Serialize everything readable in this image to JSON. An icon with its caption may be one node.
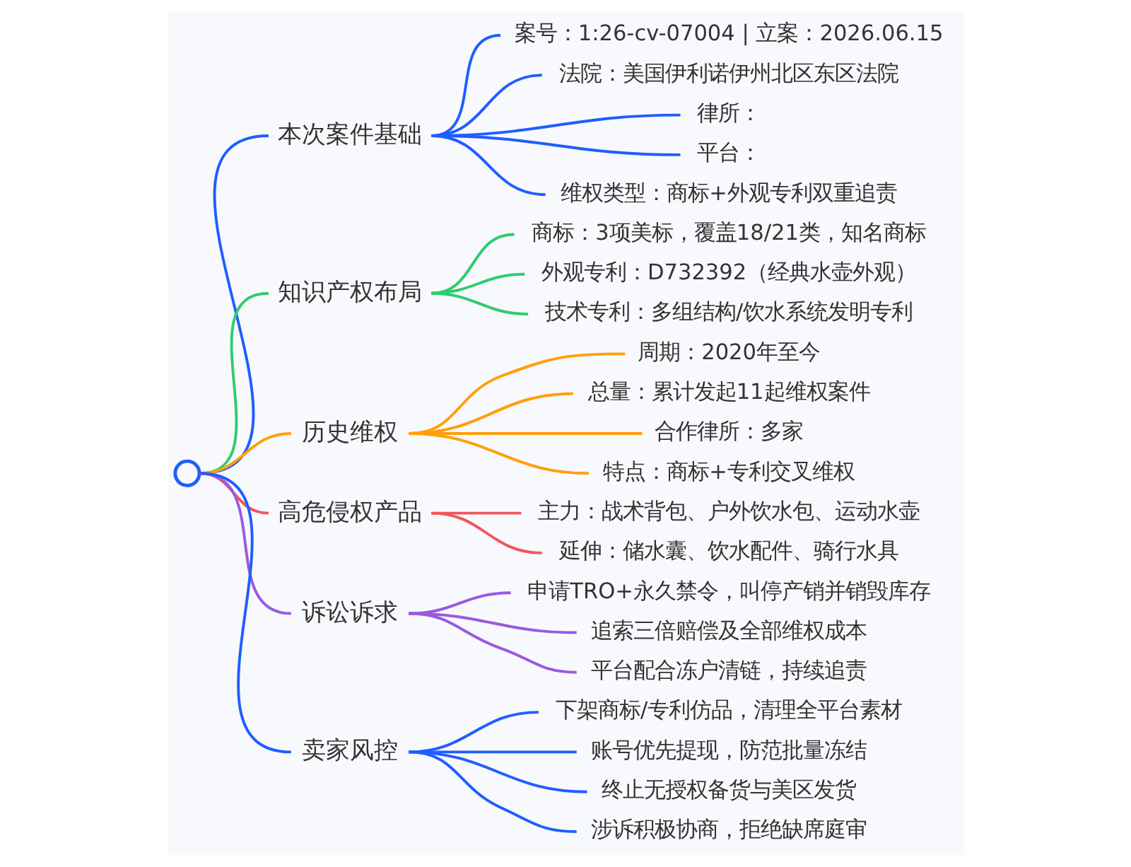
{
  "diagram": {
    "nodes": [
      {
        "text": [],
        "shape": "circle"
      },
      {
        "text": [
          "本次案件基础"
        ]
      },
      {
        "text": [
          "案号：1:26-cv-07004 | 立案：2026.06.15"
        ]
      },
      {
        "text": [
          "法院：美国伊利诺伊州北区东区法院"
        ]
      },
      {
        "text": [
          "律所："
        ]
      },
      {
        "text": [
          "平台："
        ]
      },
      {
        "text": [
          "维权类型：商标+外观专利双重追责"
        ]
      },
      {
        "text": [
          "知识产权布局"
        ]
      },
      {
        "text": [
          "商标：3项美标，覆盖18/21类，知名商标"
        ]
      },
      {
        "text": [
          "外观专利：D732392（经典水壶外观）"
        ]
      },
      {
        "text": [
          "技术专利：多组结构/饮水系统发明专利"
        ]
      },
      {
        "text": [
          "历史维权"
        ]
      },
      {
        "text": [
          "周期：2020年至今"
        ]
      },
      {
        "text": [
          "总量：累计发起11起维权案件"
        ]
      },
      {
        "text": [
          "合作律所：多家"
        ]
      },
      {
        "text": [
          "特点：商标+专利交叉维权"
        ]
      },
      {
        "text": [
          "高危侵权产品"
        ]
      },
      {
        "text": [
          "主力：战术背包、户外饮水包、运动水壶"
        ]
      },
      {
        "text": [
          "延伸：储水囊、饮水配件、骑行水具"
        ]
      },
      {
        "text": [
          "诉讼诉求"
        ]
      },
      {
        "text": [
          "申请TRO+永久禁令，叫停产销并销毁库存"
        ]
      },
      {
        "text": [
          "追索三倍赔偿及全部维权成本"
        ]
      },
      {
        "text": [
          "平台配合冻户清链，持续追责"
        ]
      },
      {
        "text": [
          "卖家风控"
        ]
      },
      {
        "text": [
          "下架商标/专利仿品，清理全平台素材"
        ]
      },
      {
        "text": [
          "账号优先提现，防范批量冻结"
        ]
      },
      {
        "text": [
          "终止无授权备货与美区发货"
        ]
      },
      {
        "text": [
          "涉诉积极协商，拒绝缺席庭审"
        ]
      }
    ],
    "edges": [
      {
        "from": 0,
        "to": 1,
        "arrow": "none"
      },
      {
        "from": 1,
        "to": 2,
        "arrow": "none"
      },
      {
        "from": 1,
        "to": 3,
        "arrow": "none"
      },
      {
        "from": 1,
        "to": 4,
        "arrow": "none"
      },
      {
        "from": 1,
        "to": 5,
        "arrow": "none"
      },
      {
        "from": 1,
        "to": 6,
        "arrow": "none"
      },
      {
        "from": 0,
        "to": 7,
        "arrow": "none",
        "color": "#2ecc71"
      },
      {
        "from": 7,
        "to": 8,
        "arrow": "none",
        "color": "#2ecc71"
      },
      {
        "from": 7,
        "to": 9,
        "arrow": "none",
        "color": "#2ecc71"
      },
      {
        "from": 7,
        "to": 10,
        "arrow": "none",
        "color": "#2ecc71"
      },
      {
        "from": 0,
        "to": 11,
        "arrow": "none",
        "color": "#ff9f0a"
      },
      {
        "from": 11,
        "to": 12,
        "arrow": "none",
        "color": "#ff9f0a"
      },
      {
        "from": 11,
        "to": 13,
        "arrow": "none",
        "color": "#ff9f0a"
      },
      {
        "from": 11,
        "to": 14,
        "arrow": "none",
        "color": "#ff9f0a"
      },
      {
        "from": 11,
        "to": 15,
        "arrow": "none",
        "color": "#ff9f0a"
      },
      {
        "from": 0,
        "to": 16,
        "arrow": "none",
        "color": "#f0565c"
      },
      {
        "from": 16,
        "to": 17,
        "arrow": "none",
        "color": "#f0565c"
      },
      {
        "from": 16,
        "to": 18,
        "arrow": "none",
        "color": "#f0565c"
      },
      {
        "from": 0,
        "to": 19,
        "arrow": "none",
        "color": "#9b59e0"
      },
      {
        "from": 19,
        "to": 20,
        "arrow": "none",
        "color": "#9b59e0"
      },
      {
        "from": 19,
        "to": 21,
        "arrow": "none",
        "color": "#9b59e0"
      },
      {
        "from": 19,
        "to": 22,
        "arrow": "none",
        "color": "#9b59e0"
      },
      {
        "from": 0,
        "to": 23,
        "arrow": "none"
      },
      {
        "from": 23,
        "to": 24,
        "arrow": "none"
      },
      {
        "from": 23,
        "to": 25,
        "arrow": "none"
      },
      {
        "from": 23,
        "to": 26,
        "arrow": "none"
      },
      {
        "from": 23,
        "to": 27,
        "arrow": "none"
      }
    ]
  }
}
